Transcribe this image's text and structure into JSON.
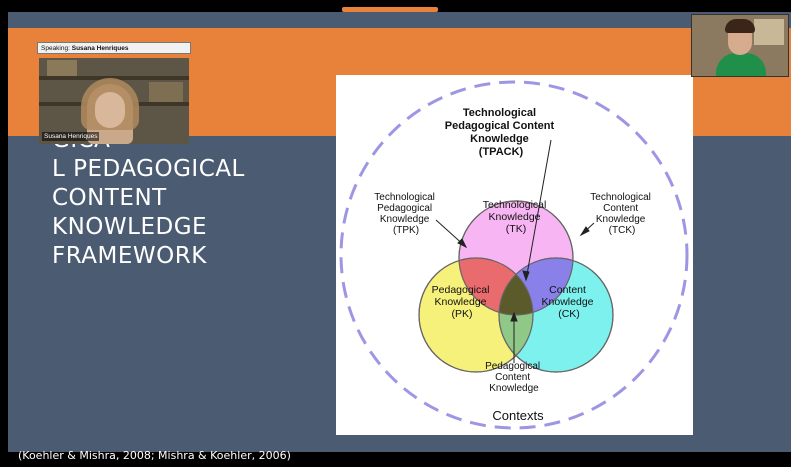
{
  "speaker_panel": {
    "speaking_prefix": "Speaking:",
    "speaking_name": "Susana Henriques",
    "video_name_tag": "Susana Henriques"
  },
  "slide": {
    "title": "GICA\nL PEDAGOGICAL\nCONTENT\nKNOWLEDGE\nFRAMEWORK",
    "citation": "(Koehler & Mishra, 2008; Mishra & Koehler, 2006)"
  },
  "diagram": {
    "tpack": [
      "Technological",
      "Pedagogical Content",
      "Knowledge",
      "(TPACK)"
    ],
    "tk": [
      "Technological",
      "Knowledge",
      "(TK)"
    ],
    "pk": [
      "Pedagogical",
      "Knowledge",
      "(PK)"
    ],
    "ck": [
      "Content",
      "Knowledge",
      "(CK)"
    ],
    "tpk": [
      "Technological",
      "Pedagogical",
      "Knowledge",
      "(TPK)"
    ],
    "tck": [
      "Technological",
      "Content",
      "Knowledge",
      "(TCK)"
    ],
    "pck": [
      "Pedagogical",
      "Content",
      "Knowledge"
    ],
    "contexts": "Contexts",
    "colors": {
      "tk": "#f7b6f3",
      "pk": "#f6f17a",
      "ck": "#7cf1ee",
      "tpk": "#ea6b6e",
      "tck": "#8a80ea",
      "pck": "#8fc887",
      "center": "#5b5a2a",
      "dash": "#9d96e4"
    }
  },
  "theme": {
    "orange": "#e8823a",
    "slide_blue": "#4b5b72"
  }
}
